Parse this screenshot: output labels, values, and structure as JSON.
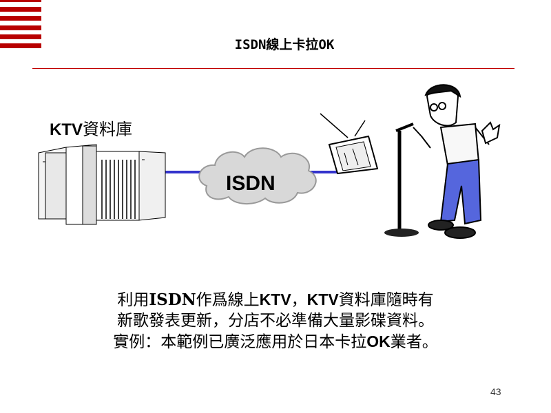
{
  "slide": {
    "title": "ISDN線上卡拉OK",
    "page_number": "43",
    "accent_color": "#b80000"
  },
  "diagram": {
    "db_label_bold": "KTV",
    "db_label_rest": "資料庫",
    "cloud_label": "ISDN",
    "link_color": "#3333cc"
  },
  "body": {
    "line1": [
      "利用",
      "ISDN",
      "作爲線上",
      "KTV",
      "，",
      "KTV",
      "資料庫隨時有"
    ],
    "line2": "新歌發表更新，分店不必準備大量影碟資料。",
    "line3": [
      "實例：本範例已廣泛應用於日本卡拉",
      "OK",
      "業者。"
    ]
  }
}
